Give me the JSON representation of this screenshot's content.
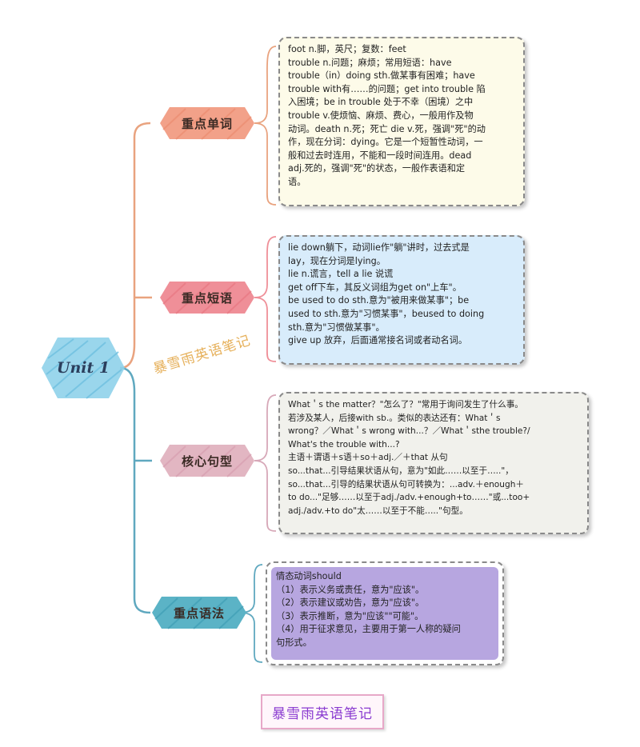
{
  "root": {
    "label": "Unit 1"
  },
  "topics": [
    {
      "label": "重点单词",
      "lines": [
        "foot n.脚，英尺；复数：feet",
        "trouble n.问题；麻烦；常用短语：have",
        "trouble（in）doing sth.做某事有困难；have",
        "trouble with有……的问题；get into trouble 陷",
        "入困境；be in trouble 处于不幸（困境）之中",
        "trouble v.使烦恼、麻烦、费心，一般用作及物",
        "动词。death n.死；死亡 die v.死，强调\"死\"的动",
        "作，现在分词：dying。它是一个短暂性动词，一",
        "般和过去时连用，不能和一段时间连用。dead",
        "adj.死的，强调\"死\"的状态，一般作表语和定",
        "语。"
      ]
    },
    {
      "label": "重点短语",
      "lines": [
        "lie down躺下，动词lie作\"躺\"讲时，过去式是",
        "lay，现在分词是lying。",
        "lie n.谎言，tell a lie 说谎",
        "get off下车，其反义词组为get on\"上车\"。",
        "be used to do sth.意为\"被用来做某事\"；be",
        "used to sth.意为\"习惯某事\"，beused to doing",
        "sth.意为\"习惯做某事\"。",
        "give up 放弃，后面通常接名词或者动名词。"
      ]
    },
    {
      "label": "核心句型",
      "lines": [
        "What＇s the matter？\"怎么了？\"常用于询问发生了什么事。",
        "若涉及某人，后接with sb.。类似的表达还有：What＇s",
        "wrong？／What＇s wrong with...？／What＇sthe trouble?/",
        "What's the trouble with...?",
        "主语＋谓语＋s语＋so＋adj.／＋that 从句",
        "so...that...引导结果状语从句，意为\"如此……以至于…..\"，",
        "so...that...引导的结果状语从句可转换为：...adv.＋enough＋",
        "to do...\"足够……以至于adj./adv.+enough+to……\"或...too+",
        "adj./adv.+to do\"太……以至于不能…..\"句型。"
      ]
    },
    {
      "label": "重点语法",
      "lines": [
        "情态动词should",
        "（1）表示义务或责任，意为\"应该\"。",
        "（2）表示建议或劝告，意为\"应该\"。",
        "（3）表示推断，意为\"应该\"\"可能\"。",
        "（4）用于征求意见，主要用于第一人称的疑问",
        "句形式。"
      ]
    }
  ],
  "watermark": "暴雪雨英语笔记",
  "footer": "暴雪雨英语笔记",
  "colors": {
    "root": "#8fd1ea",
    "topic1": "#f2a189",
    "topic2": "#ef8f98",
    "topic3": "#e2b6c2",
    "topic4": "#5bb3c6",
    "box1": "#fdfbe9",
    "box2": "#d8ecfb",
    "box3": "#f1f1ec",
    "box4": "#b7a6e0",
    "line_upper": "#e9a37f",
    "line_lower": "#5fa8bf",
    "accent": "#e6b05a"
  }
}
